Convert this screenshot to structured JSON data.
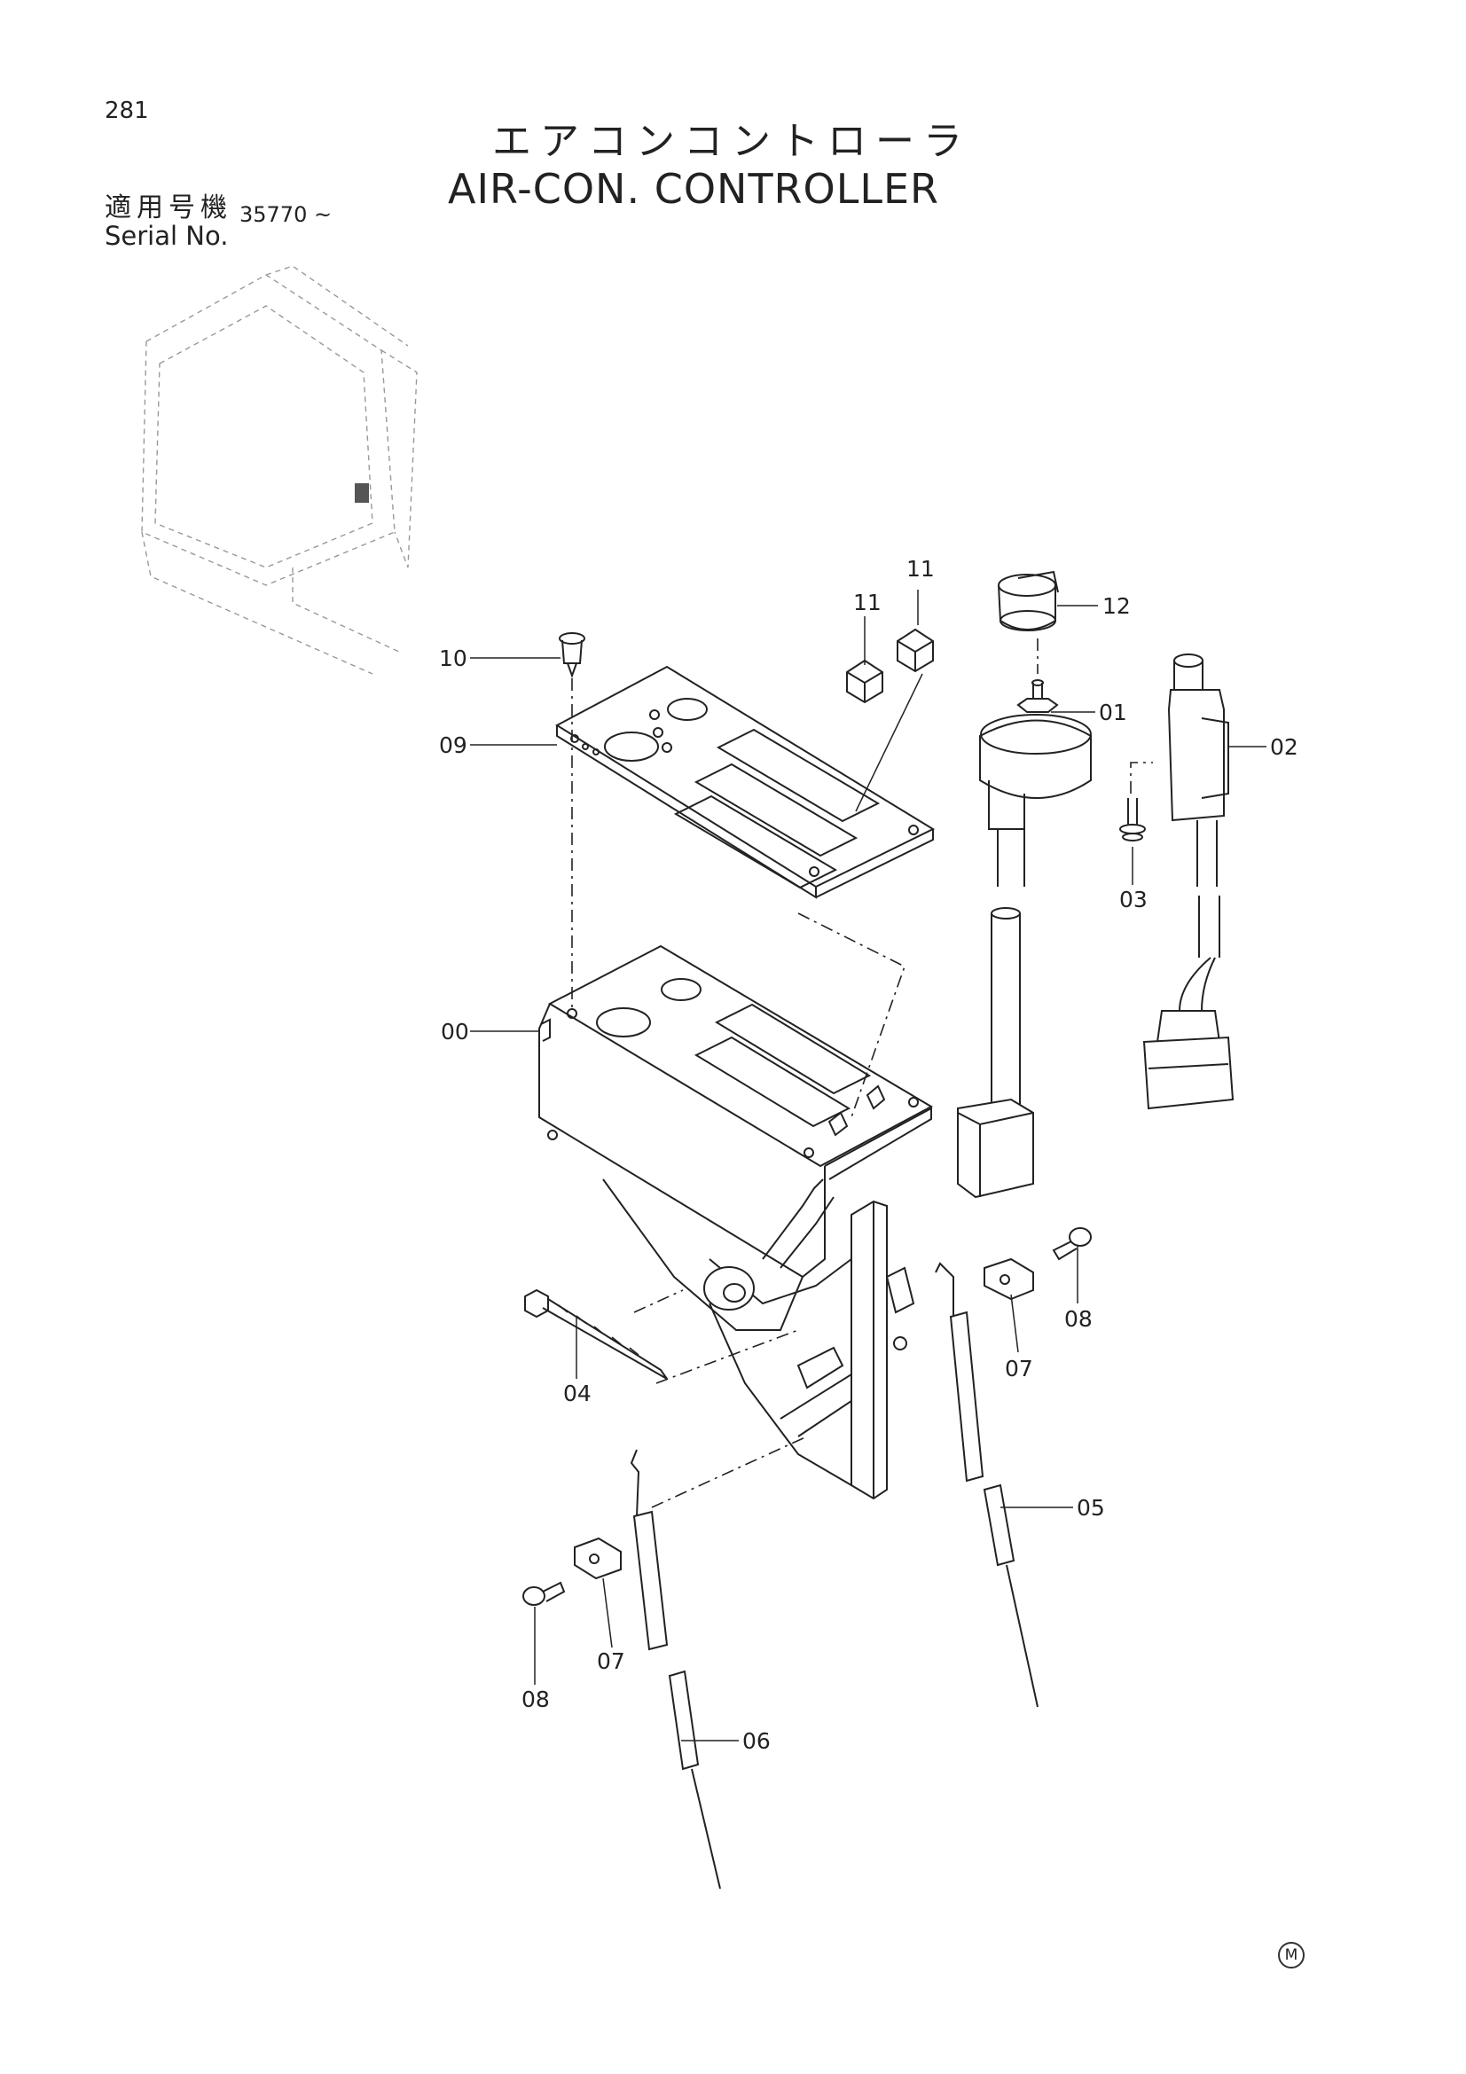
{
  "page_number": "281",
  "title_ja": "エアコンコントローラ",
  "title_en": "AIR-CON. CONTROLLER",
  "serial_label_ja": "適用号機",
  "serial_label_en": "Serial No.",
  "serial_value": "35770 ~",
  "mark": "M",
  "callouts": {
    "c00": "00",
    "c01": "01",
    "c02": "02",
    "c03": "03",
    "c04": "04",
    "c05": "05",
    "c06": "06",
    "c07a": "07",
    "c07b": "07",
    "c08a": "08",
    "c08b": "08",
    "c09": "09",
    "c10": "10",
    "c11a": "11",
    "c11b": "11",
    "c12": "12"
  }
}
